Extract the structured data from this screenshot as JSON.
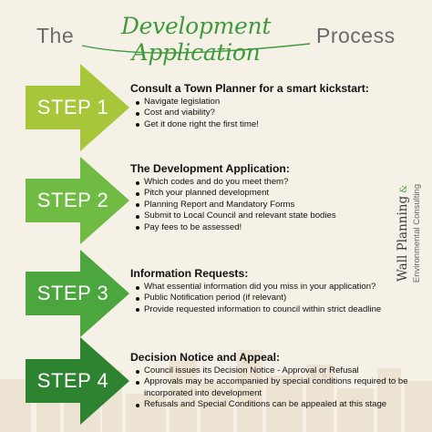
{
  "title": {
    "prefix": "The",
    "highlight": "Development Application",
    "suffix": "Process"
  },
  "colors": {
    "background": "#f6f1e7",
    "step1": "#a7c639",
    "step2": "#70bb44",
    "step3": "#4aa63d",
    "step4": "#2e8331",
    "title_green": "#3f9a3c"
  },
  "steps": [
    {
      "label": "STEP 1",
      "heading": "Consult a Town Planner for a smart kickstart:",
      "items": [
        "Navigate legislation",
        "Cost and viability?",
        "Get it done right the first time!"
      ]
    },
    {
      "label": "STEP 2",
      "heading": "The Development Application:",
      "items": [
        "Which codes and do you meet them?",
        "Pitch your planned development",
        "Planning Report and Mandatory Forms",
        "Submit to Local Council and relevant state bodies",
        "Pay fees to be assessed!"
      ]
    },
    {
      "label": "STEP 3",
      "heading": "Information Requests:",
      "items": [
        "What essential information did you miss in your application?",
        "Public Notification period (if relevant)",
        "Provide requested information to council within strict deadline"
      ]
    },
    {
      "label": "STEP 4",
      "heading": "Decision Notice and Appeal:",
      "items": [
        "Council issues its Decision Notice - Approval or Refusal",
        "Approvals may be accompanied by special conditions required to be incorporated into development",
        "Refusals and Special Conditions can be appealed at this stage"
      ]
    }
  ],
  "brand": {
    "name": "Wall Planning",
    "ampersand": "&",
    "subtitle": "Environmental Consulting"
  }
}
